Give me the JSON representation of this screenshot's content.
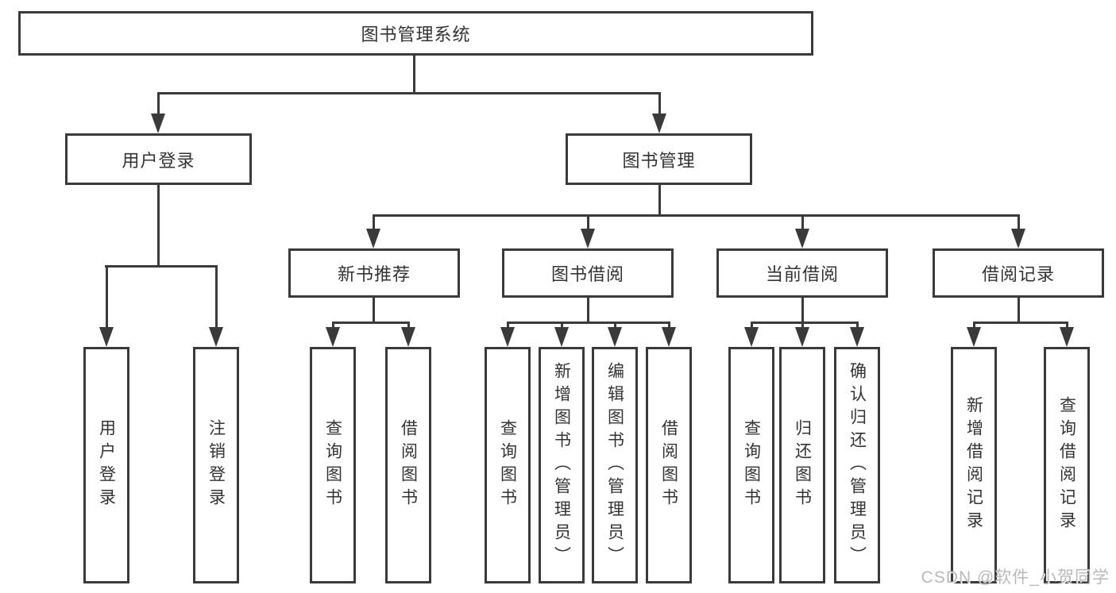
{
  "diagram_title": "图书管理系统",
  "tree": {
    "label": "图书管理系统",
    "children": [
      {
        "label": "用户登录",
        "children": [
          {
            "label": "用户登录"
          },
          {
            "label": "注销登录"
          }
        ]
      },
      {
        "label": "图书管理",
        "children": [
          {
            "label": "新书推荐",
            "children": [
              {
                "label": "查询图书"
              },
              {
                "label": "借阅图书"
              }
            ]
          },
          {
            "label": "图书借阅",
            "children": [
              {
                "label": "查询图书"
              },
              {
                "label": "新增图书（管理员）"
              },
              {
                "label": "编辑图书（管理员）"
              },
              {
                "label": "借阅图书"
              }
            ]
          },
          {
            "label": "当前借阅",
            "children": [
              {
                "label": "查询图书"
              },
              {
                "label": "归还图书"
              },
              {
                "label": "确认归还（管理员）"
              }
            ]
          },
          {
            "label": "借阅记录",
            "children": [
              {
                "label": "新增借阅记录"
              },
              {
                "label": "查询借阅记录"
              }
            ]
          }
        ]
      }
    ]
  },
  "watermark": "CSDN @软件_小贺同学",
  "colors": {
    "line": "#3a3a3a",
    "text": "#333333",
    "background": "#ffffff",
    "watermark": "#b9b9b9"
  }
}
